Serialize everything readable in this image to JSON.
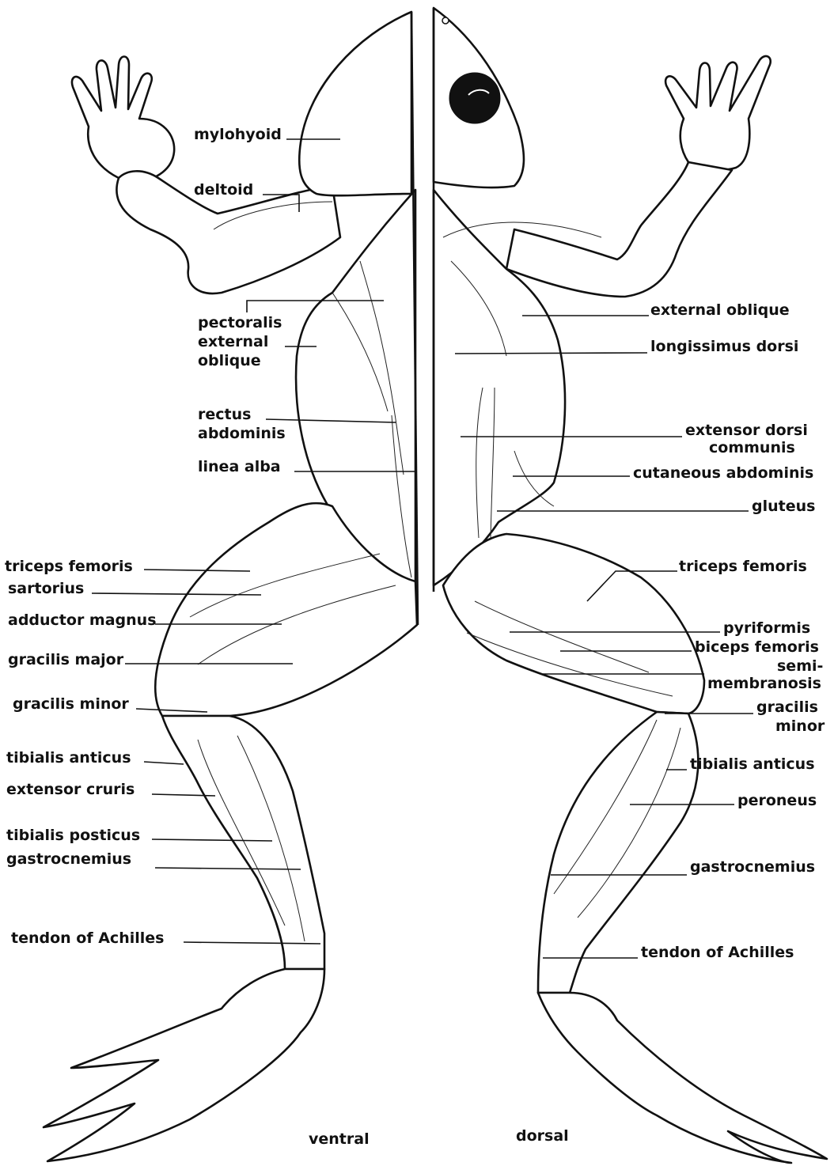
{
  "figure": {
    "view_labels": {
      "left": "ventral",
      "right": "dorsal"
    }
  },
  "ventral_labels": {
    "mylohyoid": "mylohyoid",
    "deltoid": "deltoid",
    "pectoralis": "pectoralis",
    "external_oblique_l1": "external",
    "external_oblique_l2": "oblique",
    "rectus_l1": "rectus",
    "rectus_l2": "abdominis",
    "linea_alba": "linea alba",
    "triceps_femoris": "triceps femoris",
    "sartorius": "sartorius",
    "adductor_magnus": "adductor magnus",
    "gracilis_major": "gracilis major",
    "gracilis_minor": "gracilis minor",
    "tibialis_anticus": "tibialis anticus",
    "extensor_cruris": "extensor cruris",
    "tibialis_posticus": "tibialis posticus",
    "gastrocnemius": "gastrocnemius",
    "tendon_of_achilles": "tendon of Achilles"
  },
  "dorsal_labels": {
    "external_oblique": "external oblique",
    "longissimus_dorsi": "longissimus dorsi",
    "extensor_dorsi_l1": "extensor dorsi",
    "extensor_dorsi_l2": "communis",
    "cutaneous_abdominis": "cutaneous abdominis",
    "gluteus": "gluteus",
    "triceps_femoris": "triceps femoris",
    "pyriformis": "pyriformis",
    "biceps_femoris": "biceps femoris",
    "semimembranosis_l1": "semi-",
    "semimembranosis_l2": "membranosis",
    "gracilis_minor_l1": "gracilis",
    "gracilis_minor_l2": "minor",
    "tibialis_anticus": "tibialis anticus",
    "peroneus": "peroneus",
    "gastrocnemius": "gastrocnemius",
    "tendon_of_achilles": "tendon of Achilles"
  }
}
